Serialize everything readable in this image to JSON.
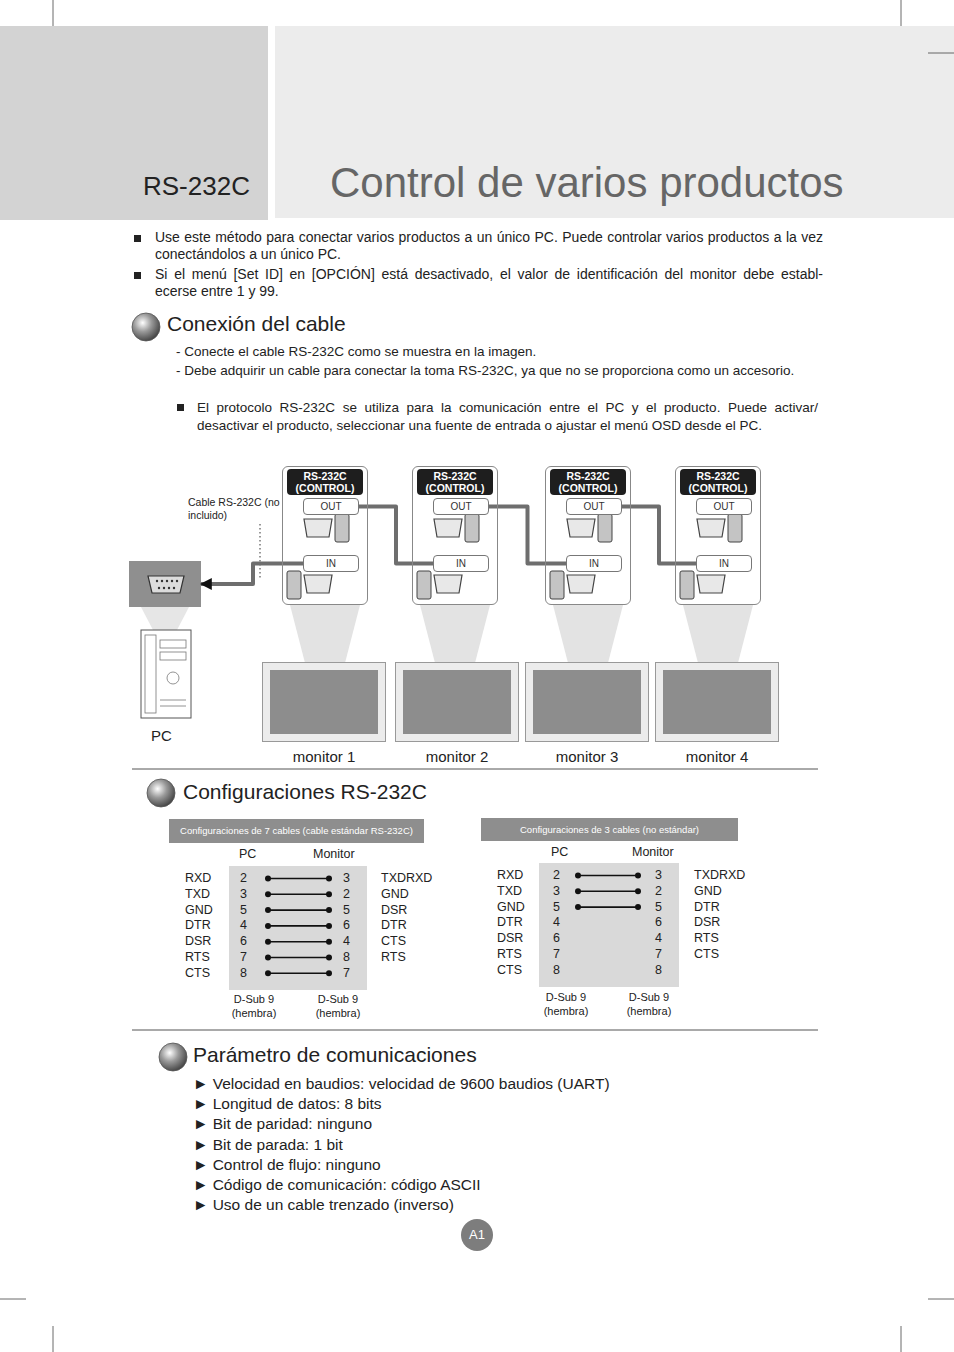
{
  "diagram": {
    "title": "Control de varios productos",
    "nodes": [
      {
        "text": [
          "RS-232C"
        ]
      },
      {
        "text": [
          "PC"
        ]
      },
      {
        "text": [
          "RS-232C (CONTROL)"
        ]
      },
      {
        "text": [
          "OUT"
        ],
        "in": 2
      },
      {
        "text": [
          "IN"
        ],
        "in": 2
      },
      {
        "text": [
          "RS-232C (CONTROL)"
        ]
      },
      {
        "text": [
          "OUT"
        ],
        "in": 5
      },
      {
        "text": [
          "IN"
        ],
        "in": 5
      },
      {
        "text": [
          "RS-232C (CONTROL)"
        ]
      },
      {
        "text": [
          "OUT"
        ],
        "in": 8
      },
      {
        "text": [
          "IN"
        ],
        "in": 8
      },
      {
        "text": [
          "RS-232C (CONTROL)"
        ]
      },
      {
        "text": [
          "OUT"
        ],
        "in": 11
      },
      {
        "text": [
          "IN"
        ],
        "in": 11
      },
      {
        "text": [
          "monitor 1"
        ]
      },
      {
        "text": [
          "monitor 2"
        ]
      },
      {
        "text": [
          "monitor 3"
        ]
      },
      {
        "text": [
          "monitor 4"
        ]
      },
      {
        "text": [
          "Configuraciones de 7 cables (cable estándar RS-232C)"
        ]
      },
      {
        "text": [
          "Configuraciones de 3 cables (no estándar)"
        ]
      },
      {
        "text": [
          "A1"
        ]
      }
    ],
    "edges": [
      {
        "from": 4,
        "to": 1,
        "arrow": "to"
      },
      {
        "from": 3,
        "to": 7,
        "arrow": "none"
      },
      {
        "from": 6,
        "to": 10,
        "arrow": "none"
      },
      {
        "from": 9,
        "to": 13,
        "arrow": "none"
      }
    ],
    "labels": [
      "Use este método para conectar varios productos a un único PC. Puede controlar varios productos a la vez conectándolos a un único PC.",
      "Si el menú [Set ID] en [OPCIÓN] está desactivado, el valor de identificación del monitor debe establ- ecerse entre 1 y 99.",
      "Conexión del cable",
      "- Conecte el cable RS-232C como se muestra en la imagen.",
      "- Debe adquirir un cable para conectar la toma RS-232C, ya que no se proporciona como un accesorio.",
      "El protocolo RS-232C se utiliza para la comunicación entre el PC y el producto. Puede activar/ desactivar el producto, seleccionar una fuente de entrada o ajustar el menú OSD desde el PC.",
      "Cable RS-232C (no incluido)",
      "Configuraciones RS-232C",
      "PC",
      "Monitor",
      "RXD",
      "TXD",
      "GND",
      "DTR",
      "DSR",
      "RTS",
      "CTS",
      "2",
      "3",
      "5",
      "4",
      "6",
      "7",
      "8",
      "3",
      "2",
      "5",
      "6",
      "4",
      "8",
      "7",
      "TXDRXD",
      "GND",
      "DSR",
      "DTR",
      "CTS",
      "RTS",
      "D-Sub 9 (hembra)",
      "D-Sub 9 (hembra)",
      "PC",
      "Monitor",
      "RXD",
      "TXD",
      "GND",
      "DTR",
      "DSR",
      "RTS",
      "CTS",
      "2",
      "3",
      "5",
      "4",
      "6",
      "7",
      "8",
      "3",
      "2",
      "5",
      "6",
      "4",
      "7",
      "8",
      "TXDRXD",
      "GND",
      "DTR",
      "DSR",
      "RTS",
      "CTS",
      "D-Sub 9 (hembra)",
      "D-Sub 9 (hembra)",
      "Parámetro de comunicaciones",
      "► Velocidad en baudios: velocidad de 9600 baudios (UART)",
      "► Longitud de datos: 8 bits",
      "► Bit de paridad: ninguno",
      "► Bit de parada: 1 bit",
      "► Control de flujo: ninguno",
      "► Código de comunicación: código ASCII",
      "► Uso de un cable trenzado (inverso)"
    ]
  }
}
